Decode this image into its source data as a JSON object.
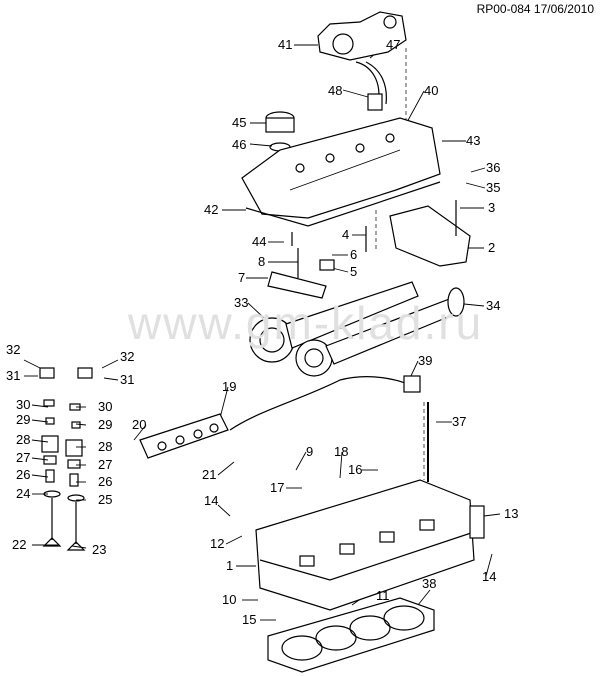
{
  "header": {
    "code": "RP00-084 17/06/2010"
  },
  "watermark": {
    "text": "www.gm-klad.ru"
  },
  "callouts": [
    {
      "id": "c41",
      "label": "41"
    },
    {
      "id": "c47",
      "label": "47"
    },
    {
      "id": "c48",
      "label": "48"
    },
    {
      "id": "c40",
      "label": "40"
    },
    {
      "id": "c45",
      "label": "45"
    },
    {
      "id": "c46",
      "label": "46"
    },
    {
      "id": "c43",
      "label": "43"
    },
    {
      "id": "c36",
      "label": "36"
    },
    {
      "id": "c35",
      "label": "35"
    },
    {
      "id": "c42",
      "label": "42"
    },
    {
      "id": "c3",
      "label": "3"
    },
    {
      "id": "c44",
      "label": "44"
    },
    {
      "id": "c4",
      "label": "4"
    },
    {
      "id": "c2",
      "label": "2"
    },
    {
      "id": "c6",
      "label": "6"
    },
    {
      "id": "c8",
      "label": "8"
    },
    {
      "id": "c5",
      "label": "5"
    },
    {
      "id": "c7",
      "label": "7"
    },
    {
      "id": "c33",
      "label": "33"
    },
    {
      "id": "c34",
      "label": "34"
    },
    {
      "id": "c32a",
      "label": "32"
    },
    {
      "id": "c32b",
      "label": "32"
    },
    {
      "id": "c31a",
      "label": "31"
    },
    {
      "id": "c31b",
      "label": "31"
    },
    {
      "id": "c39",
      "label": "39"
    },
    {
      "id": "c19",
      "label": "19"
    },
    {
      "id": "c30a",
      "label": "30"
    },
    {
      "id": "c30b",
      "label": "30"
    },
    {
      "id": "c29a",
      "label": "29"
    },
    {
      "id": "c29b",
      "label": "29"
    },
    {
      "id": "c20",
      "label": "20"
    },
    {
      "id": "c37",
      "label": "37"
    },
    {
      "id": "c28a",
      "label": "28"
    },
    {
      "id": "c28b",
      "label": "28"
    },
    {
      "id": "c27a",
      "label": "27"
    },
    {
      "id": "c27b",
      "label": "27"
    },
    {
      "id": "c9",
      "label": "9"
    },
    {
      "id": "c18",
      "label": "18"
    },
    {
      "id": "c26a",
      "label": "26"
    },
    {
      "id": "c26b",
      "label": "26"
    },
    {
      "id": "c21",
      "label": "21"
    },
    {
      "id": "c16",
      "label": "16"
    },
    {
      "id": "c17",
      "label": "17"
    },
    {
      "id": "c24",
      "label": "24"
    },
    {
      "id": "c25",
      "label": "25"
    },
    {
      "id": "c14a",
      "label": "14"
    },
    {
      "id": "c13",
      "label": "13"
    },
    {
      "id": "c12",
      "label": "12"
    },
    {
      "id": "c22",
      "label": "22"
    },
    {
      "id": "c23",
      "label": "23"
    },
    {
      "id": "c1",
      "label": "1"
    },
    {
      "id": "c14b",
      "label": "14"
    },
    {
      "id": "c38",
      "label": "38"
    },
    {
      "id": "c10",
      "label": "10"
    },
    {
      "id": "c11",
      "label": "11"
    },
    {
      "id": "c15",
      "label": "15"
    }
  ]
}
